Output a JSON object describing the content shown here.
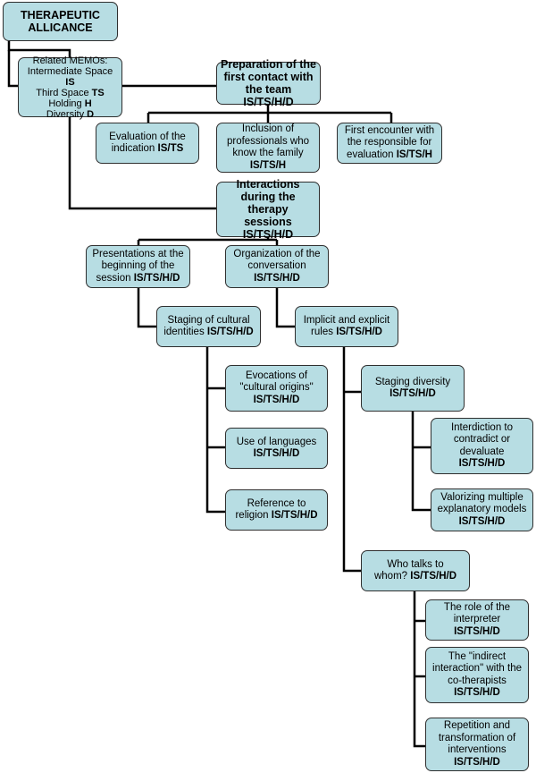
{
  "nodes": {
    "root": {
      "l1": "THERAPEUTIC",
      "l2": "ALLICANCE"
    },
    "memos": {
      "title": "Related MEMOs:",
      "items": [
        {
          "label": "Intermediate Space",
          "code": "IS"
        },
        {
          "label": "Third Space",
          "code": "TS"
        },
        {
          "label": "Holding",
          "code": "H"
        },
        {
          "label": "Diversity",
          "code": "D"
        }
      ]
    },
    "preparation": {
      "l1": "Preparation of the",
      "l2": "first contact with",
      "l3": "the team IS/TS/H/D"
    },
    "evaluation": {
      "l1": "Evaluation of the",
      "l2": "indication",
      "code": "IS/TS"
    },
    "inclusion": {
      "l1": "Inclusion of",
      "l2": "professionals who",
      "l3": "know the family",
      "code": "IS/TS/H"
    },
    "first_encounter": {
      "l1": "First encounter with",
      "l2": "the responsible for",
      "l3": "evaluation",
      "code": "IS/TS/H"
    },
    "interactions": {
      "l1": "Interactions",
      "l2": "during the therapy",
      "l3": "sessions",
      "code": "IS/TS/H/D"
    },
    "presentations": {
      "l1": "Presentations at the",
      "l2": "beginning of the",
      "l3": "session",
      "code": "IS/TS/H/D"
    },
    "organization": {
      "l1": "Organization of the",
      "l2": "conversation",
      "code": "IS/TS/H/D"
    },
    "staging_cultural": {
      "l1": "Staging of cultural",
      "l2": "identities",
      "code": "IS/TS/H/D"
    },
    "implicit_rules": {
      "l1": "Implicit and explicit",
      "l2": "rules",
      "code": "IS/TS/H/D"
    },
    "evocations": {
      "l1": "Evocations of",
      "l2": "\"cultural origins\"",
      "code": "IS/TS/H/D"
    },
    "languages": {
      "l1": "Use of languages",
      "code": "IS/TS/H/D"
    },
    "religion": {
      "l1": "Reference to",
      "l2": "religion",
      "code": "IS/TS/H/D"
    },
    "staging_diversity": {
      "l1": "Staging diversity",
      "code": "IS/TS/H/D"
    },
    "interdiction": {
      "l1": "Interdiction to",
      "l2": "contradict or",
      "l3": "devaluate",
      "code": "IS/TS/H/D"
    },
    "valorizing": {
      "l1": "Valorizing multiple",
      "l2": "explanatory models",
      "code": "IS/TS/H/D"
    },
    "who_talks": {
      "l1": "Who talks to",
      "l2": "whom?",
      "code": "IS/TS/H/D"
    },
    "interpreter": {
      "l1": "The role of the",
      "l2": "interpreter",
      "code": "IS/TS/H/D"
    },
    "indirect": {
      "l1": "The \"indirect",
      "l2": "interaction\" with the",
      "l3": "co-therapists",
      "code": "IS/TS/H/D"
    },
    "repetition": {
      "l1": "Repetition and",
      "l2": "transformation of",
      "l3": "interventions",
      "code": "IS/TS/H/D"
    }
  }
}
